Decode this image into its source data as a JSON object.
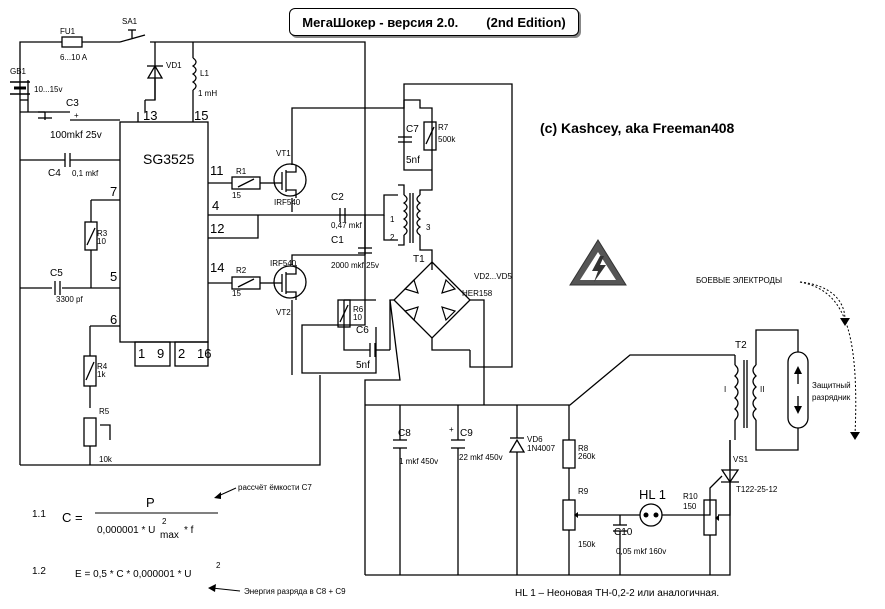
{
  "title": {
    "name": "МегаШокер - версия 2.0.",
    "edition": "(2nd Edition)"
  },
  "author": "(c) Kashcey, aka Freeman408",
  "components": {
    "fu1": {
      "ref": "FU1",
      "value": "6...10 A"
    },
    "sa1": {
      "ref": "SA1"
    },
    "gb1": {
      "ref": "GB1",
      "value": "10...15v"
    },
    "vd1": {
      "ref": "VD1"
    },
    "l1": {
      "ref": "L1",
      "value": "1 mH"
    },
    "c3": {
      "ref": "C3",
      "value": "100mkf 25v"
    },
    "c4": {
      "ref": "C4",
      "value": "0,1 mkf"
    },
    "ic": {
      "ref": "SG3525"
    },
    "r3": {
      "ref": "R3",
      "value": "10"
    },
    "c5": {
      "ref": "C5",
      "value": "3300 pf"
    },
    "r4": {
      "ref": "R4",
      "value": "1k"
    },
    "r5": {
      "ref": "R5",
      "value": "10k"
    },
    "r1": {
      "ref": "R1",
      "value": "15"
    },
    "r2": {
      "ref": "R2",
      "value": "15"
    },
    "vt1": {
      "ref": "VT1",
      "value": "IRF540"
    },
    "vt2": {
      "ref": "VT2",
      "value": "IRF540"
    },
    "c2": {
      "ref": "C2",
      "value": "0,47 mkf"
    },
    "c1": {
      "ref": "C1",
      "value": "2000 mkf 25v"
    },
    "r6": {
      "ref": "R6",
      "value": "10"
    },
    "c6": {
      "ref": "C6",
      "value": "5nf"
    },
    "c7": {
      "ref": "C7",
      "value": "5nf"
    },
    "r7": {
      "ref": "R7",
      "value": "500k"
    },
    "t1": {
      "ref": "T1"
    },
    "bridge": {
      "ref": "VD2...VD5",
      "value": "HER158"
    },
    "c8": {
      "ref": "C8",
      "value": "1 mkf 450v"
    },
    "c9": {
      "ref": "C9",
      "value": "22 mkf 450v"
    },
    "vd6": {
      "ref": "VD6",
      "value": "1N4007"
    },
    "r8": {
      "ref": "R8",
      "value": "260k"
    },
    "r9": {
      "ref": "R9",
      "value": "150k"
    },
    "hl1": {
      "ref": "HL 1"
    },
    "c10": {
      "ref": "C10",
      "value": "0,05 mkf 160v"
    },
    "r10": {
      "ref": "R10",
      "value": "150"
    },
    "t2": {
      "ref": "T2"
    },
    "vs1": {
      "ref": "VS1",
      "value": "T122-25-12"
    }
  },
  "pins": {
    "p13": "13",
    "p15": "15",
    "p11": "11",
    "p4": "4",
    "p12": "12",
    "p14": "14",
    "p7": "7",
    "p5": "5",
    "p6": "6",
    "p1": "1",
    "p9": "9",
    "p2": "2",
    "p16": "16"
  },
  "t1_windings": {
    "w1": "1",
    "w2": "2",
    "w3": "3"
  },
  "t2_windings": {
    "w1": "I",
    "w2": "II"
  },
  "labels": {
    "electrodes": "БОЕВЫЕ ЭЛЕКТРОДЫ",
    "arrester": "Защитный разрядник",
    "arrester_line1": "Защитный",
    "arrester_line2": "разрядник",
    "hl_note": "HL 1 –   Неоновая  ТН-0,2-2 или аналогичная."
  },
  "formulas": {
    "f1_num": "1.1",
    "f1_lhs": "C =",
    "f1_top": "P",
    "f1_bottom": "0,000001 * U",
    "f1_sup": "2",
    "f1_sub": "max",
    "f1_tail": "* f",
    "f1_note": "рассчёт ёмкости С7",
    "f2_num": "1.2",
    "f2_text": "E = 0,5 * C * 0,000001 * U",
    "f2_sup": "2",
    "f2_note": "Энергия разряда  в  С8 + С9"
  },
  "colors": {
    "line": "#000000",
    "warning": "#555555"
  }
}
